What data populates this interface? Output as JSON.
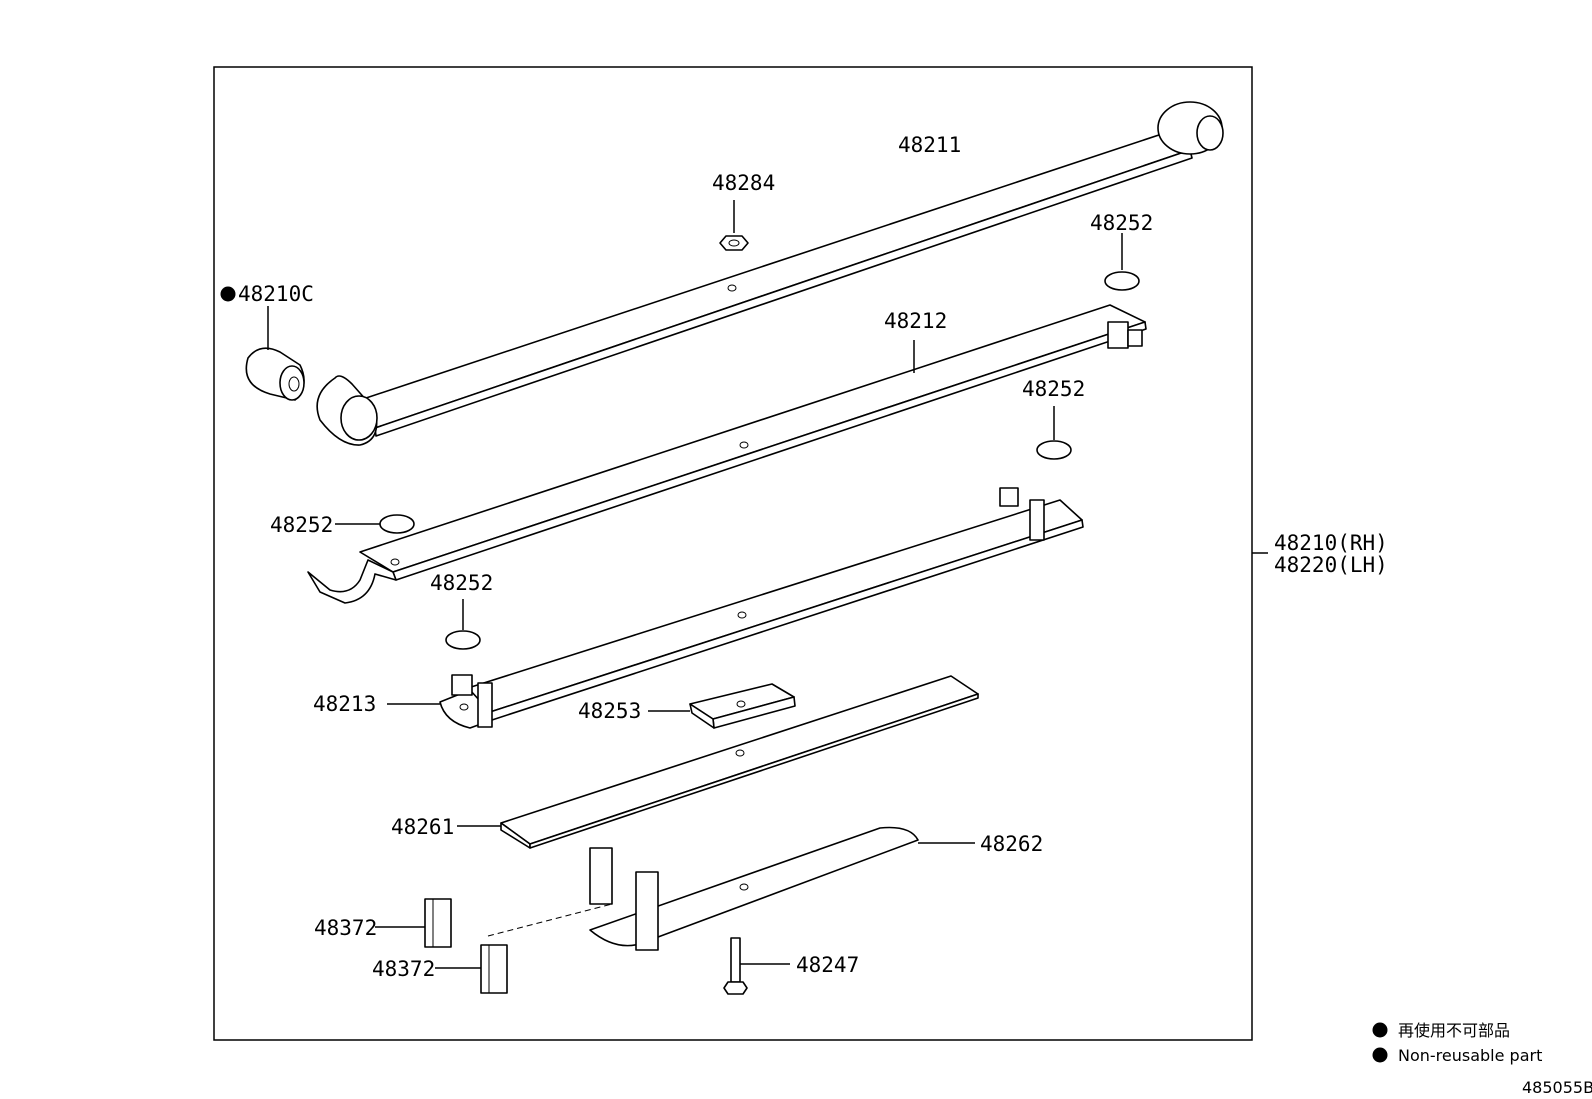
{
  "parts": {
    "p48211": "48211",
    "p48284": "48284",
    "p48252_a": "48252",
    "p48210c": "48210C",
    "p48212": "48212",
    "p48252_b": "48252",
    "p48252_c": "48252",
    "p48252_d": "48252",
    "p48210rh": "48210(RH)",
    "p48220lh": "48220(LH)",
    "p48213": "48213",
    "p48253": "48253",
    "p48261": "48261",
    "p48262": "48262",
    "p48372_a": "48372",
    "p48372_b": "48372",
    "p48247": "48247"
  },
  "legend": {
    "jp": "再使用不可部品",
    "en": "Non-reusable part"
  },
  "diagram_code": "485055B",
  "icons": {
    "non_reusable_marker": "filled-circle-icon"
  }
}
